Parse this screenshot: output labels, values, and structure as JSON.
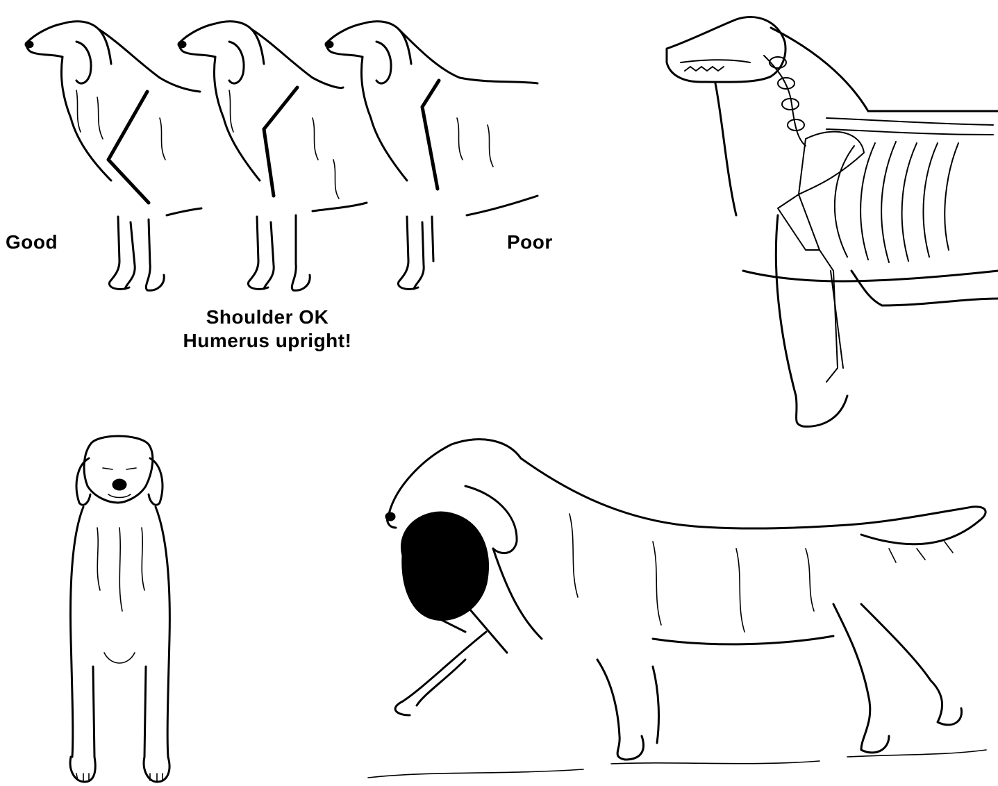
{
  "labels": {
    "good": "Good",
    "poor": "Poor",
    "caption_line1": "Shoulder OK",
    "caption_line2": "Humerus upright!"
  },
  "figures": {
    "side_profiles": [
      "good-shoulder-dog",
      "ok-shoulder-upright-humerus-dog",
      "poor-shoulder-dog"
    ],
    "skeleton": "skeleton-overlay-dog",
    "front_view": "front-view-dog",
    "gait": "trotting-dog-with-bird"
  }
}
